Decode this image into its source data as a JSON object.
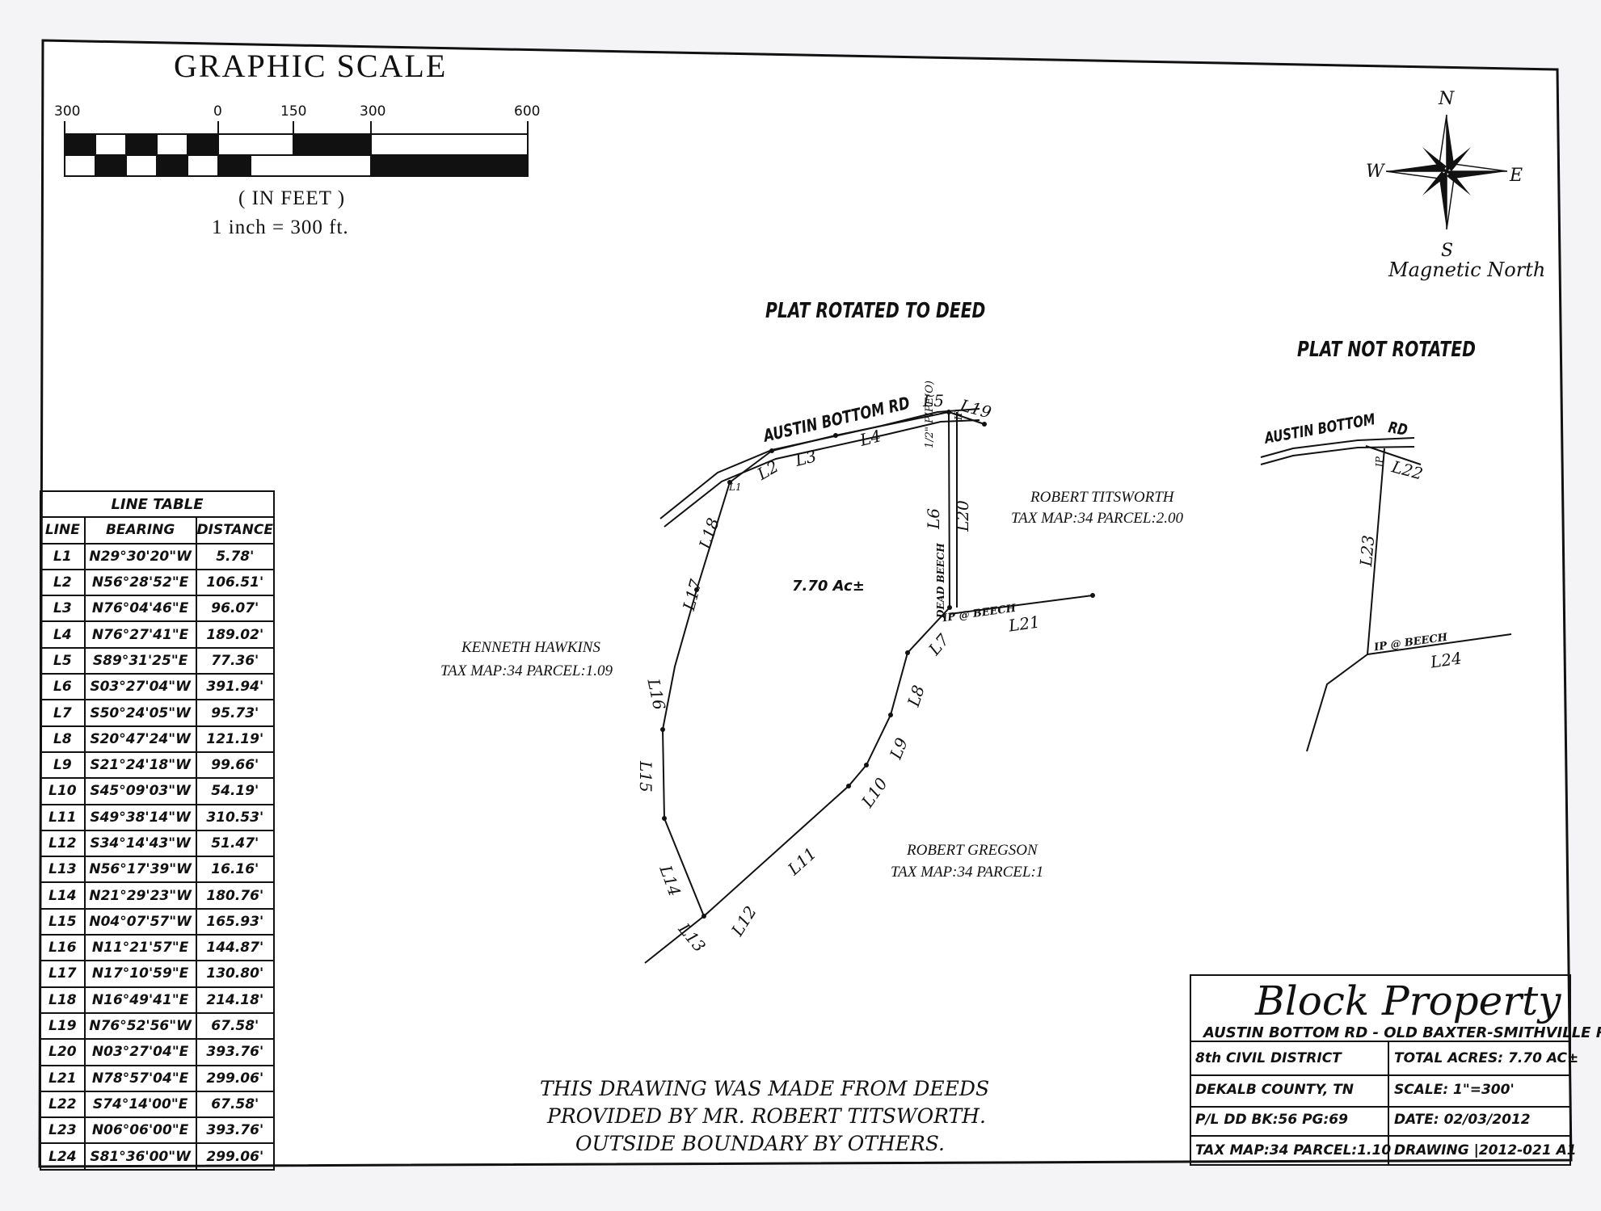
{
  "scale": {
    "title": "GRAPHIC SCALE",
    "ticks": [
      "300",
      "0",
      "150",
      "300",
      "600"
    ],
    "unit": "( IN FEET )",
    "ratio": "1 inch = 300 ft."
  },
  "compass": {
    "n": "N",
    "s": "S",
    "e": "E",
    "w": "W",
    "caption": "Magnetic North"
  },
  "plat_rotated": {
    "heading": "PLAT ROTATED TO DEED",
    "road": "AUSTIN BOTTOM RD",
    "acreage": "7.70 Ac±",
    "pipe_label": "1/2\" PIPE(O)",
    "ip_label": "IP",
    "dead_beech": "DEAD BEECH",
    "ip_beech": "IP @ BEECH",
    "line_labels": [
      "L1",
      "L2",
      "L3",
      "L4",
      "L5",
      "L6",
      "L7",
      "L8",
      "L9",
      "L10",
      "L11",
      "L12",
      "L13",
      "L14",
      "L15",
      "L16",
      "L17",
      "L18",
      "L19",
      "L20",
      "L21"
    ]
  },
  "neighbors": {
    "titsworth_name": "ROBERT TITSWORTH",
    "titsworth_map": "TAX MAP:34 PARCEL:2.00",
    "hawkins_name": "KENNETH HAWKINS",
    "hawkins_map": "TAX MAP:34 PARCEL:1.09",
    "gregson_name": "ROBERT GREGSON",
    "gregson_map": "TAX MAP:34 PARCEL:1"
  },
  "plat_not_rotated": {
    "heading": "PLAT NOT ROTATED",
    "road_a": "AUSTIN BOTTOM",
    "road_b": "RD",
    "ip_label": "IP",
    "ip_beech": "IP @ BEECH",
    "line_labels": [
      "L22",
      "L23",
      "L24"
    ]
  },
  "line_table": {
    "caption": "LINE TABLE",
    "headers": [
      "LINE",
      "BEARING",
      "DISTANCE"
    ],
    "rows": [
      [
        "L1",
        "N29°30'20\"W",
        "5.78'"
      ],
      [
        "L2",
        "N56°28'52\"E",
        "106.51'"
      ],
      [
        "L3",
        "N76°04'46\"E",
        "96.07'"
      ],
      [
        "L4",
        "N76°27'41\"E",
        "189.02'"
      ],
      [
        "L5",
        "S89°31'25\"E",
        "77.36'"
      ],
      [
        "L6",
        "S03°27'04\"W",
        "391.94'"
      ],
      [
        "L7",
        "S50°24'05\"W",
        "95.73'"
      ],
      [
        "L8",
        "S20°47'24\"W",
        "121.19'"
      ],
      [
        "L9",
        "S21°24'18\"W",
        "99.66'"
      ],
      [
        "L10",
        "S45°09'03\"W",
        "54.19'"
      ],
      [
        "L11",
        "S49°38'14\"W",
        "310.53'"
      ],
      [
        "L12",
        "S34°14'43\"W",
        "51.47'"
      ],
      [
        "L13",
        "N56°17'39\"W",
        "16.16'"
      ],
      [
        "L14",
        "N21°29'23\"W",
        "180.76'"
      ],
      [
        "L15",
        "N04°07'57\"W",
        "165.93'"
      ],
      [
        "L16",
        "N11°21'57\"E",
        "144.87'"
      ],
      [
        "L17",
        "N17°10'59\"E",
        "130.80'"
      ],
      [
        "L18",
        "N16°49'41\"E",
        "214.18'"
      ],
      [
        "L19",
        "N76°52'56\"W",
        "67.58'"
      ],
      [
        "L20",
        "N03°27'04\"E",
        "393.76'"
      ],
      [
        "L21",
        "N78°57'04\"E",
        "299.06'"
      ],
      [
        "L22",
        "S74°14'00\"E",
        "67.58'"
      ],
      [
        "L23",
        "N06°06'00\"E",
        "393.76'"
      ],
      [
        "L24",
        "S81°36'00\"W",
        "299.06'"
      ]
    ]
  },
  "note": {
    "line1": "THIS DRAWING WAS MADE FROM DEEDS",
    "line2": "PROVIDED BY MR. ROBERT TITSWORTH.",
    "line3": "OUTSIDE BOUNDARY BY OTHERS."
  },
  "title_block": {
    "title": "Block Property",
    "subtitle": "AUSTIN BOTTOM RD - OLD BAXTER-SMITHVILLE RD",
    "district": "8th CIVIL DISTRICT",
    "county": "DEKALB COUNTY, TN",
    "deed": "P/L DD BK:56 PG:69",
    "tax_map": "TAX MAP:34 PARCEL:1.10",
    "acres": "TOTAL ACRES: 7.70 AC±",
    "scale": "SCALE: 1\"=300'",
    "date": "DATE: 02/03/2012",
    "drawing": "DRAWING |2012-021 A1"
  }
}
